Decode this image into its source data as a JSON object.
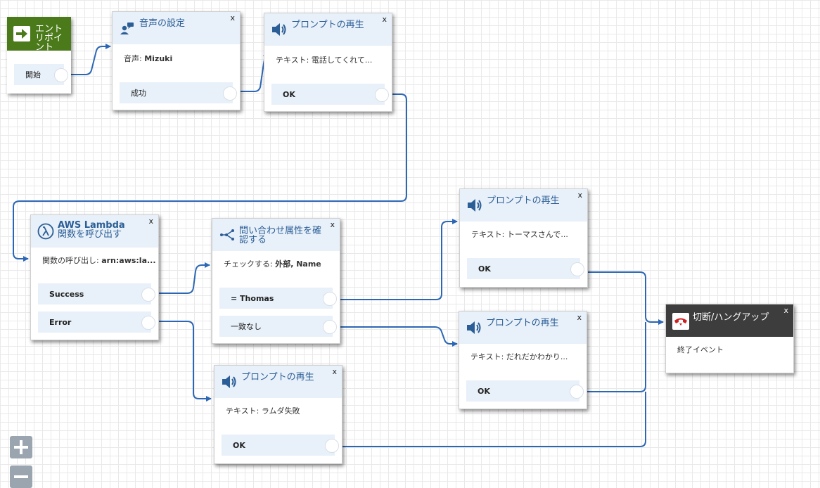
{
  "entry": {
    "title": "エントリポイント",
    "branch": "開始"
  },
  "set_voice": {
    "title": "音声の設定",
    "close": "x",
    "desc_label": "音声: ",
    "desc_value": "Mizuki",
    "branch": "成功"
  },
  "prompt1": {
    "title": "プロンプトの再生",
    "close": "x",
    "desc": "テキスト: 電話してくれて...",
    "branch": "OK"
  },
  "lambda": {
    "title_line1": "AWS Lambda",
    "title_line2": "関数を呼び出す",
    "close": "x",
    "desc_label": "関数の呼び出し: ",
    "desc_value": "arn:aws:la...",
    "branches": [
      "Success",
      "Error"
    ]
  },
  "check": {
    "title": "問い合わせ属性を確認する",
    "close": "x",
    "desc_label": "チェックする: ",
    "desc_value": "外部, Name",
    "branches": [
      "= Thomas",
      "一致なし"
    ]
  },
  "prompt_thomas": {
    "title": "プロンプトの再生",
    "close": "x",
    "desc": "テキスト: トーマスさんで...",
    "branch": "OK"
  },
  "prompt_unknown": {
    "title": "プロンプトの再生",
    "close": "x",
    "desc": "テキスト: だれだかわかり...",
    "branch": "OK"
  },
  "prompt_error": {
    "title": "プロンプトの再生",
    "close": "x",
    "desc": "テキスト: ラムダ失敗",
    "branch": "OK"
  },
  "hangup": {
    "title": "切断/ハングアップ",
    "close": "x",
    "desc": "終了イベント"
  },
  "zoom": {
    "in": "+",
    "out": "−"
  },
  "colors": {
    "connector": "#2c67b5",
    "header_bg": "#e8f0f9",
    "title_text": "#2b5e96",
    "entry_green": "#4b7a1a",
    "hangup_dark": "#3d3d3d",
    "hangup_icon": "#d01f1f"
  },
  "icons": {
    "entry": "arrow-right-icon",
    "set_voice": "voice-chat-icon",
    "prompt": "speaker-icon",
    "lambda": "lambda-icon",
    "check": "branch-icon",
    "hangup": "hangup-phone-icon"
  }
}
